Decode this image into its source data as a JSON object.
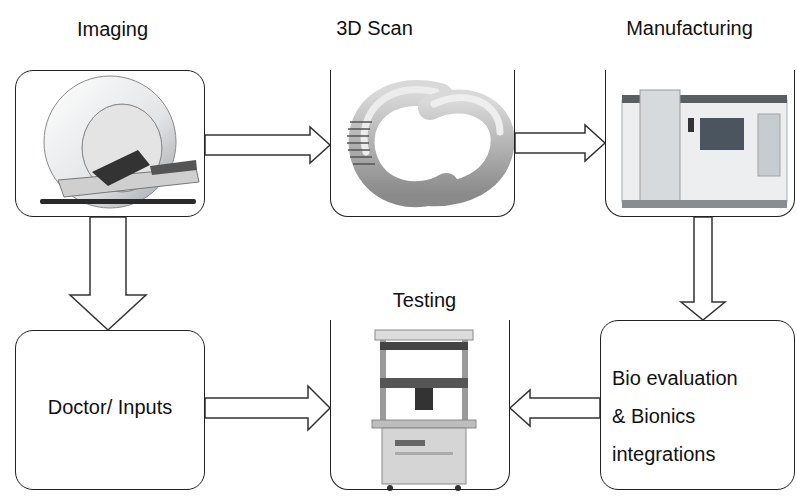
{
  "diagram": {
    "nodes": [
      {
        "text": [
          "Imaging"
        ]
      },
      {
        "text": [
          "3D Scan"
        ]
      },
      {
        "text": [
          "Manufacturing"
        ]
      },
      {
        "text": [
          "Doctor/ Inputs"
        ]
      },
      {
        "text": [
          "Testing"
        ]
      },
      {
        "text": [
          "Bio evaluation & Bionics integrations"
        ]
      }
    ],
    "edges": [
      {
        "from": 0,
        "to": 1,
        "arrow": "to"
      },
      {
        "from": 1,
        "to": 2,
        "arrow": "to"
      },
      {
        "from": 2,
        "to": 5,
        "arrow": "to"
      },
      {
        "from": 0,
        "to": 3,
        "arrow": "to"
      },
      {
        "from": 3,
        "to": 4,
        "arrow": "to"
      },
      {
        "from": 5,
        "to": 4,
        "arrow": "to"
      }
    ]
  }
}
